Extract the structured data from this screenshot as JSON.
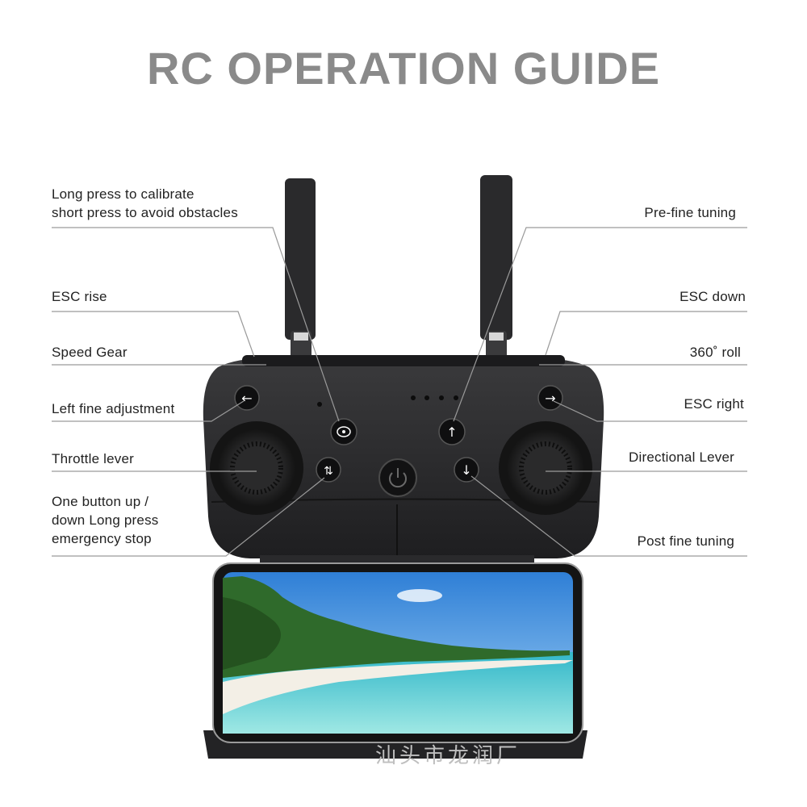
{
  "title": "RC OPERATION GUIDE",
  "labels_left": [
    {
      "id": "calibrate",
      "lines": [
        "Long press to calibrate",
        "short press to avoid obstacles"
      ]
    },
    {
      "id": "esc-rise",
      "lines": [
        "ESC rise"
      ]
    },
    {
      "id": "speed-gear",
      "lines": [
        "Speed Gear"
      ]
    },
    {
      "id": "left-fine",
      "lines": [
        "Left fine adjustment"
      ]
    },
    {
      "id": "throttle",
      "lines": [
        "Throttle lever"
      ]
    },
    {
      "id": "one-button",
      "lines": [
        "One button up /",
        "down Long press",
        "emergency stop"
      ]
    }
  ],
  "labels_right": [
    {
      "id": "pre-fine",
      "lines": [
        "Pre-fine tuning"
      ]
    },
    {
      "id": "esc-down",
      "lines": [
        "ESC down"
      ]
    },
    {
      "id": "roll",
      "lines": [
        "360˚ roll"
      ]
    },
    {
      "id": "esc-right",
      "lines": [
        "ESC right"
      ]
    },
    {
      "id": "directional",
      "lines": [
        "Directional Lever"
      ]
    },
    {
      "id": "post-fine",
      "lines": [
        "Post fine tuning"
      ]
    }
  ],
  "watermark": "汕头市龙润厂",
  "colors": {
    "title": "#8a8a8a",
    "leader_line": "#9a9a9a",
    "controller_body": "#2b2b2d",
    "sky": "#3b8fe0",
    "sea": "#5fd3d8",
    "sand": "#f3efe6"
  }
}
